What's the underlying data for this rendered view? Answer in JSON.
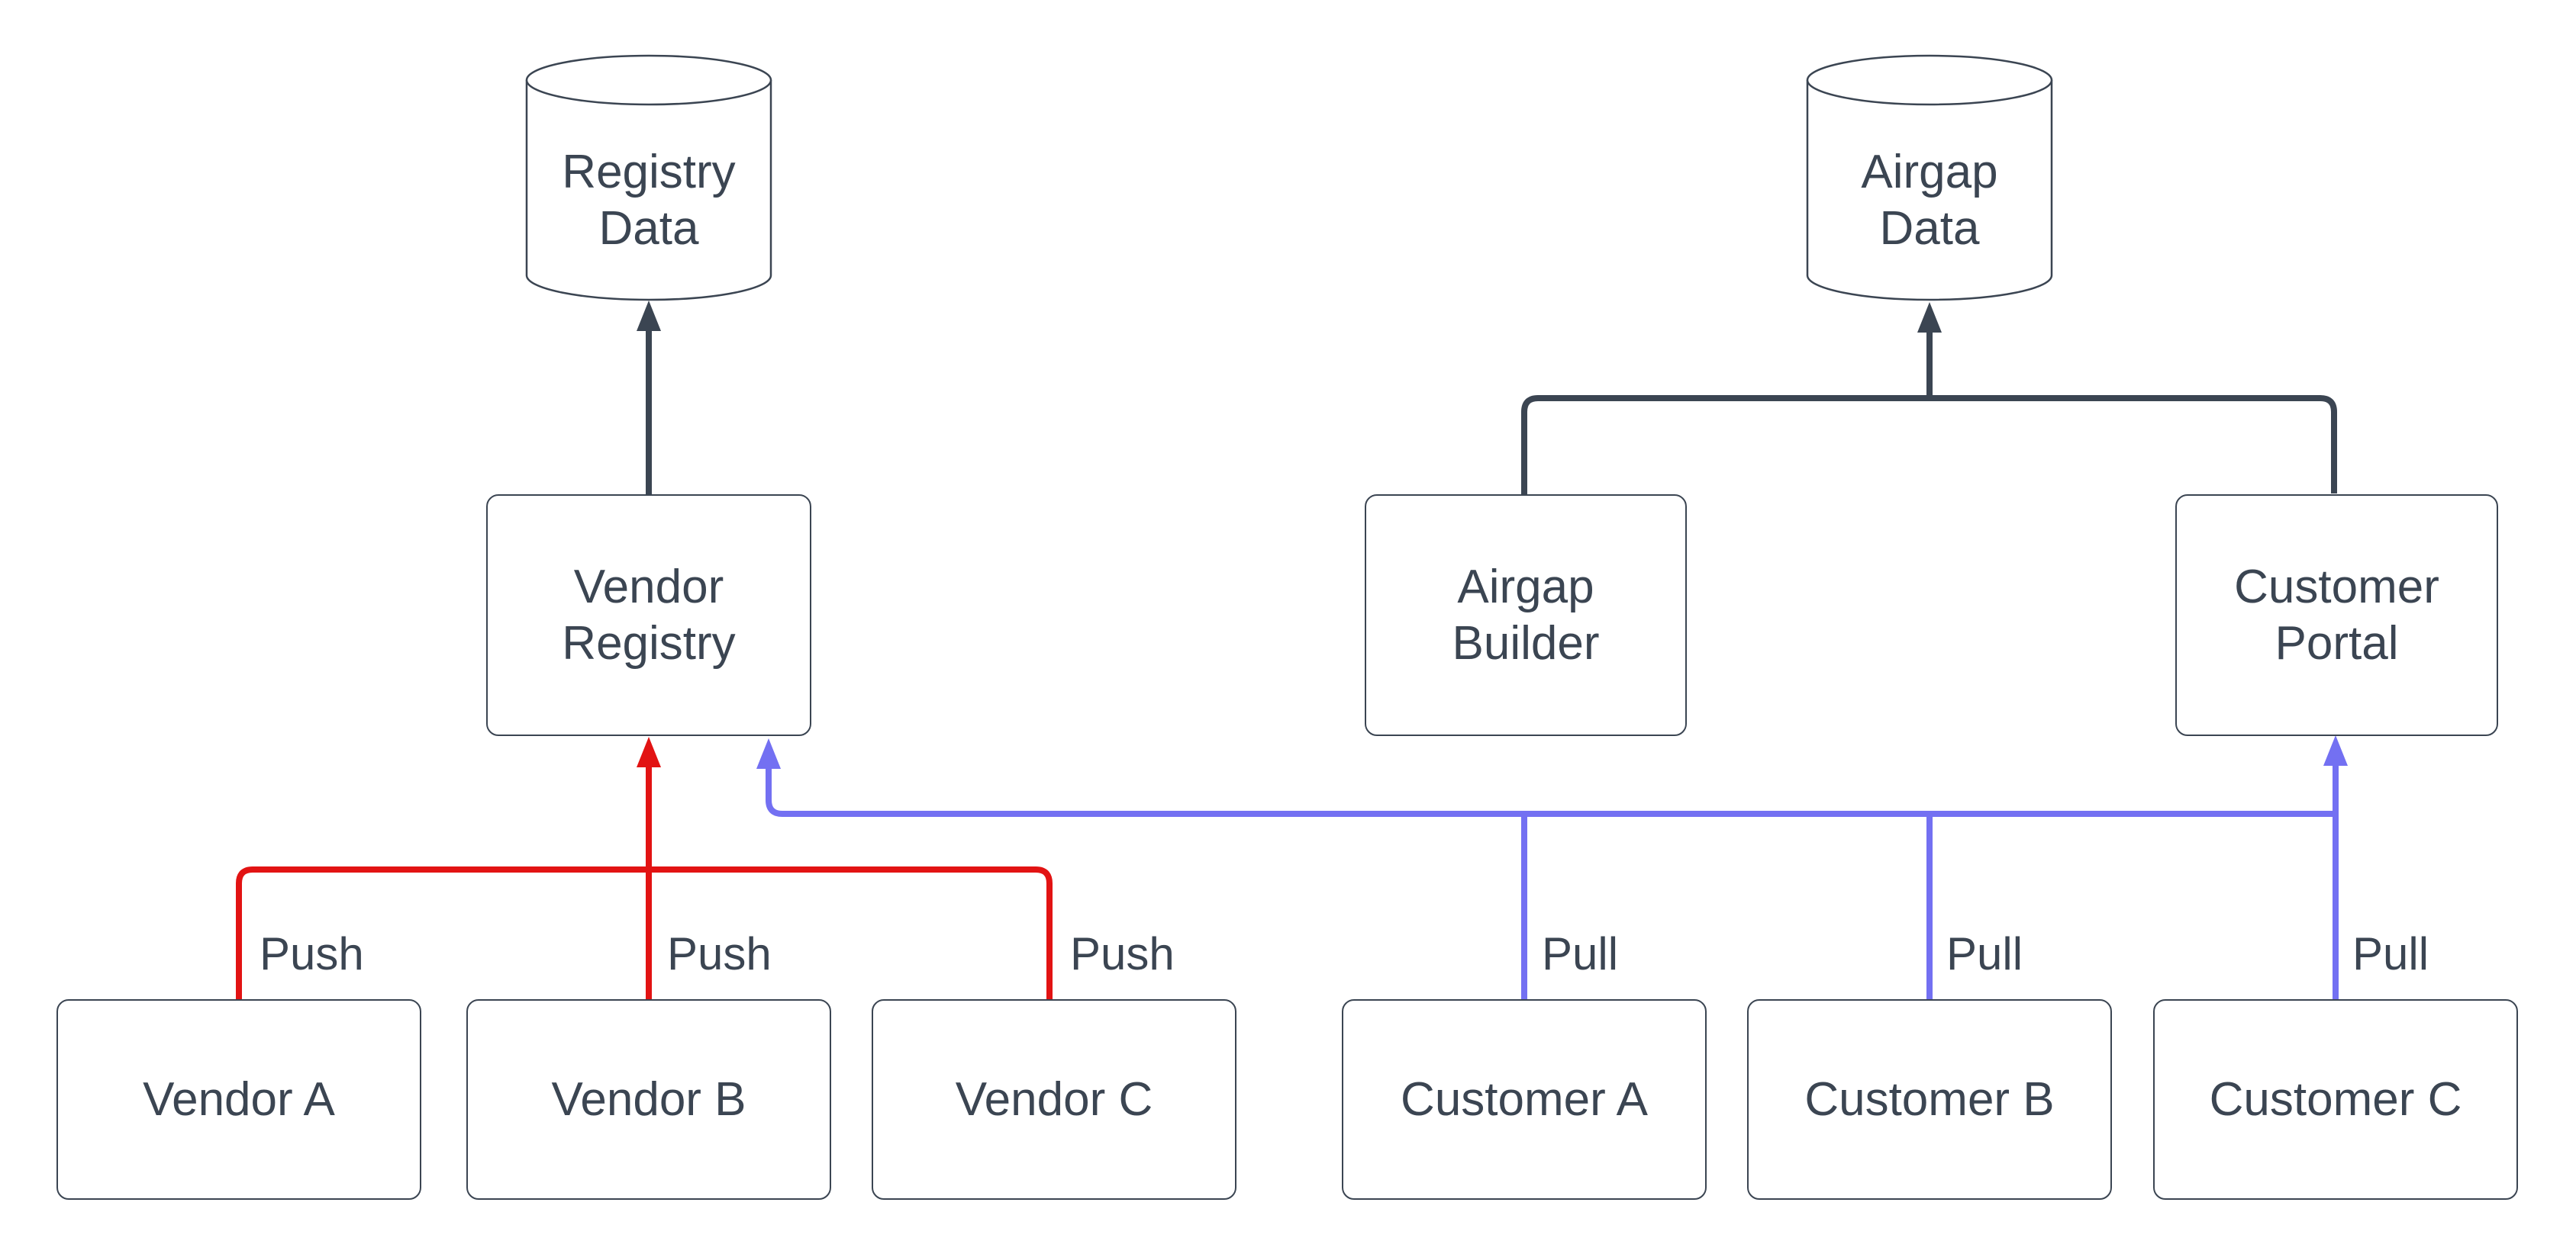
{
  "diagram": {
    "background": "#ffffff",
    "nodes": {
      "registry_data": "Registry\nData",
      "airgap_data": "Airgap\nData",
      "vendor_registry": "Vendor\nRegistry",
      "airgap_builder": "Airgap\nBuilder",
      "customer_portal": "Customer\nPortal",
      "vendor_a": "Vendor A",
      "vendor_b": "Vendor B",
      "vendor_c": "Vendor C",
      "customer_a": "Customer A",
      "customer_b": "Customer B",
      "customer_c": "Customer C"
    },
    "edge_labels": {
      "push": [
        "Push",
        "Push",
        "Push"
      ],
      "pull": [
        "Pull",
        "Pull",
        "Pull"
      ]
    },
    "edges": [
      {
        "from": "Vendor A",
        "to": "Vendor Registry",
        "label": "Push",
        "color_role": "push"
      },
      {
        "from": "Vendor B",
        "to": "Vendor Registry",
        "label": "Push",
        "color_role": "push"
      },
      {
        "from": "Vendor C",
        "to": "Vendor Registry",
        "label": "Push",
        "color_role": "push"
      },
      {
        "from": "Customer A",
        "to": "Vendor Registry / Customer Portal",
        "label": "Pull",
        "color_role": "pull"
      },
      {
        "from": "Customer B",
        "to": "Vendor Registry / Customer Portal",
        "label": "Pull",
        "color_role": "pull"
      },
      {
        "from": "Customer C",
        "to": "Vendor Registry / Customer Portal",
        "label": "Pull",
        "color_role": "pull"
      },
      {
        "from": "Vendor Registry",
        "to": "Registry Data",
        "label": "",
        "color_role": "dark"
      },
      {
        "from": "Airgap Builder",
        "to": "Airgap Data",
        "label": "",
        "color_role": "dark"
      },
      {
        "from": "Customer Portal",
        "to": "Airgap Data",
        "label": "",
        "color_role": "dark"
      }
    ],
    "colors": {
      "push": "#e21313",
      "pull": "#7370f2",
      "dark": "#3b4552"
    }
  }
}
